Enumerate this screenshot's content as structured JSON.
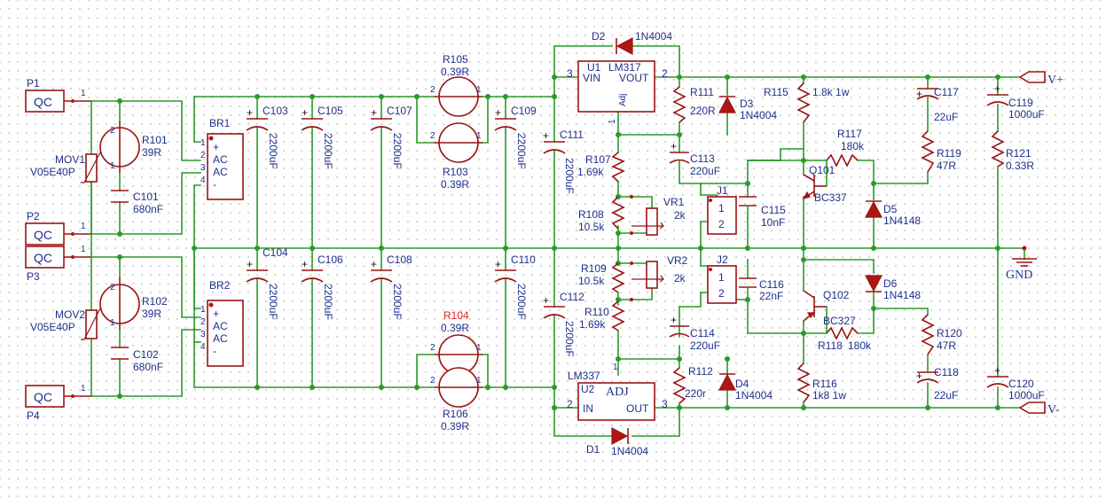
{
  "colors": {
    "wire": "#2a9a2a",
    "component": "#9a1414",
    "label": "#1f2f8a",
    "highlight": "#e02020"
  },
  "connectors": {
    "p1": {
      "ref": "P1",
      "body": "QC",
      "pin": "1"
    },
    "p2": {
      "ref": "P2",
      "body": "QC",
      "pin": "1"
    },
    "p3": {
      "ref": "P3",
      "body": "QC",
      "pin": "1"
    },
    "p4": {
      "ref": "P4",
      "body": "QC",
      "pin": "1"
    },
    "j1": {
      "ref": "J1",
      "pin1": "1",
      "pin2": "2"
    },
    "j2": {
      "ref": "J2",
      "pin1": "1",
      "pin2": "2"
    }
  },
  "varistors": {
    "mov1": {
      "ref": "MOV1",
      "value": "V05E40P"
    },
    "mov2": {
      "ref": "MOV2",
      "value": "V05E40P"
    }
  },
  "thermistors": {
    "r101": {
      "ref": "R101",
      "value": "39R",
      "pin1": "1",
      "pin2": "2"
    },
    "r102": {
      "ref": "R102",
      "value": "39R",
      "pin1": "1",
      "pin2": "2"
    }
  },
  "bridges": {
    "br1": {
      "ref": "BR1",
      "pins": [
        "1",
        "2",
        "3",
        "4"
      ],
      "labels": [
        "+",
        "AC",
        "AC",
        "-"
      ]
    },
    "br2": {
      "ref": "BR2",
      "pins": [
        "1",
        "2",
        "3",
        "4"
      ],
      "labels": [
        "+",
        "AC",
        "AC",
        "-"
      ]
    }
  },
  "capacitors": {
    "c101": {
      "ref": "C101",
      "value": "680nF"
    },
    "c102": {
      "ref": "C102",
      "value": "680nF"
    },
    "c103": {
      "ref": "C103",
      "value": "2200uF"
    },
    "c104": {
      "ref": "C104",
      "value": "2200uF"
    },
    "c105": {
      "ref": "C105",
      "value": "2200uF"
    },
    "c106": {
      "ref": "C106",
      "value": "2200uF"
    },
    "c107": {
      "ref": "C107",
      "value": "2200uF"
    },
    "c108": {
      "ref": "C108",
      "value": "2200uF"
    },
    "c109": {
      "ref": "C109",
      "value": "2200uF"
    },
    "c110": {
      "ref": "C110",
      "value": "2200uF"
    },
    "c111": {
      "ref": "C111",
      "value": "2200uF"
    },
    "c112": {
      "ref": "C112",
      "value": "2200uF"
    },
    "c113": {
      "ref": "C113",
      "value": "220uF"
    },
    "c114": {
      "ref": "C114",
      "value": "220uF"
    },
    "c115": {
      "ref": "C115",
      "value": "10nF"
    },
    "c116": {
      "ref": "C116",
      "value": "22nF"
    },
    "c117": {
      "ref": "C117",
      "value": "22uF"
    },
    "c118": {
      "ref": "C118",
      "value": "22uF"
    },
    "c119": {
      "ref": "C119",
      "value": "1000uF"
    },
    "c120": {
      "ref": "C120",
      "value": "1000uF"
    }
  },
  "resistors": {
    "r103": {
      "ref": "R103",
      "value": "0.39R"
    },
    "r104": {
      "ref": "R104",
      "value": "0.39R"
    },
    "r105": {
      "ref": "R105",
      "value": "0.39R"
    },
    "r106": {
      "ref": "R106",
      "value": "0.39R"
    },
    "r107": {
      "ref": "R107",
      "value": "1.69k"
    },
    "r108": {
      "ref": "R108",
      "value": "10.5k"
    },
    "r109": {
      "ref": "R109",
      "value": "10.5k"
    },
    "r110": {
      "ref": "R110",
      "value": "1.69k"
    },
    "r111": {
      "ref": "R111",
      "value": "220R"
    },
    "r112": {
      "ref": "R112",
      "value": "220r"
    },
    "r115": {
      "ref": "R115",
      "value": "1.8k 1w"
    },
    "r116": {
      "ref": "R116",
      "value": "1k8 1w"
    },
    "r117": {
      "ref": "R117",
      "value": "180k"
    },
    "r118": {
      "ref": "R118",
      "value": "180k"
    },
    "r119": {
      "ref": "R119",
      "value": "47R"
    },
    "r120": {
      "ref": "R120",
      "value": "47R"
    },
    "r121": {
      "ref": "R121",
      "value": "0.33R"
    }
  },
  "pots": {
    "vr1": {
      "ref": "VR1",
      "value": "2k"
    },
    "vr2": {
      "ref": "VR2",
      "value": "2k"
    }
  },
  "diodes": {
    "d1": {
      "ref": "D1",
      "value": "1N4004"
    },
    "d2": {
      "ref": "D2",
      "value": "1N4004"
    },
    "d3": {
      "ref": "D3",
      "value": "1N4004"
    },
    "d4": {
      "ref": "D4",
      "value": "1N4004"
    },
    "d5": {
      "ref": "D5",
      "value": "1N4148"
    },
    "d6": {
      "ref": "D6",
      "value": "1N4148"
    }
  },
  "transistors": {
    "q101": {
      "ref": "Q101",
      "value": "BC337"
    },
    "q102": {
      "ref": "Q102",
      "value": "BC327"
    }
  },
  "regulators": {
    "u1": {
      "ref": "U1",
      "part": "LM317",
      "vin": "VIN",
      "vout": "VOUT",
      "adj": "Adj",
      "pin_in": "3",
      "pin_out": "2",
      "pin_adj": "1"
    },
    "u2": {
      "ref": "U2",
      "part": "LM337",
      "vin": "IN",
      "vout": "OUT",
      "adj": "ADJ",
      "pin_in": "2",
      "pin_out": "3",
      "pin_adj": "1"
    }
  },
  "ports": {
    "vplus": "V+",
    "vminus": "V-",
    "gnd": "GND"
  },
  "pin_numbers": {
    "one": "1",
    "two": "2"
  }
}
